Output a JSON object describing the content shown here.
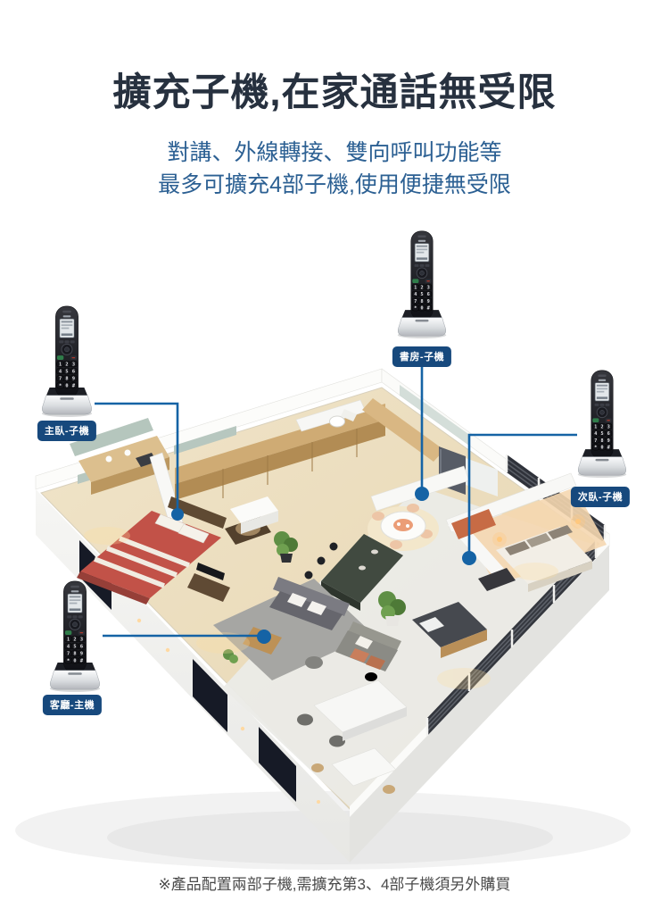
{
  "theme": {
    "accent": "#1563a5",
    "label_bg": "#17497d",
    "title_color": "#27313f",
    "subtitle_color": "#2c6093",
    "footnote_color": "#4a4a4a"
  },
  "header": {
    "title": "擴充子機,在家通話無受限",
    "subtitle_line1": "對講、外線轉接、雙向呼叫功能等",
    "subtitle_line2": "最多可擴充4部子機,使用便捷無受限"
  },
  "diagram": {
    "callouts": [
      {
        "id": "study",
        "label": "書房-子機"
      },
      {
        "id": "master",
        "label": "主臥-子機"
      },
      {
        "id": "second",
        "label": "次臥-子機"
      },
      {
        "id": "living",
        "label": "客廳-主機"
      }
    ],
    "handset_keypad": [
      "1",
      "2",
      "3",
      "4",
      "5",
      "6",
      "7",
      "8",
      "9",
      "*",
      "0",
      "#"
    ]
  },
  "footer": {
    "note": "※產品配置兩部子機,需擴充第3、4部子機須另外購買"
  }
}
